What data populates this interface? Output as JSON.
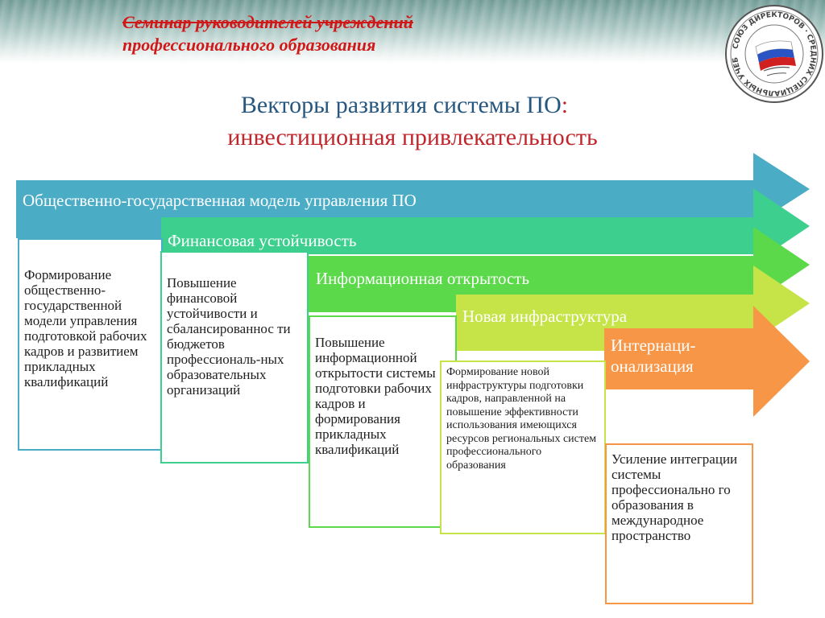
{
  "header": {
    "line1": "Семинар руководителей учреждений",
    "line2": "профессионального  образования"
  },
  "title": {
    "line1": "Векторы развития системы ПО",
    "colon": ":",
    "line2": "инвестиционная привлекательность"
  },
  "logo": {
    "text": "СОЮЗ ДИРЕКТОРОВ · СРЕДНИХ СПЕЦИАЛЬНЫХ УЧЕБНЫХ ЗАВЕДЕНИЙ РОССИИ ·"
  },
  "vectors": [
    {
      "label": "Общественно-государственная модель управления ПО",
      "color": "#4bacc6",
      "text": "Формирование общественно-государственной модели управления подготовкой рабочих кадров и развитием прикладных квалификаций"
    },
    {
      "label": "Финансовая устойчивость",
      "color": "#3ccf8e",
      "text": "Повышение финансовой устойчивости и сбалансированнос ти бюджетов профессиональ-ных образовательных организаций"
    },
    {
      "label": "Информационная открытость",
      "color": "#5bd94a",
      "text": "Повышение информационной открытости системы подготовки рабочих кадров и формирования прикладных квалификаций"
    },
    {
      "label": "Новая инфраструктура",
      "color": "#c6e447",
      "text": "Формирование новой инфраструктуры подготовки кадров, направленной на повышение эффективности использования имеющихся ресурсов региональных систем профессионального образования"
    },
    {
      "label": "Интернаци-онализация",
      "color": "#f79646",
      "text": "Усиление интеграции системы профессионально го образования в международное пространство"
    }
  ]
}
